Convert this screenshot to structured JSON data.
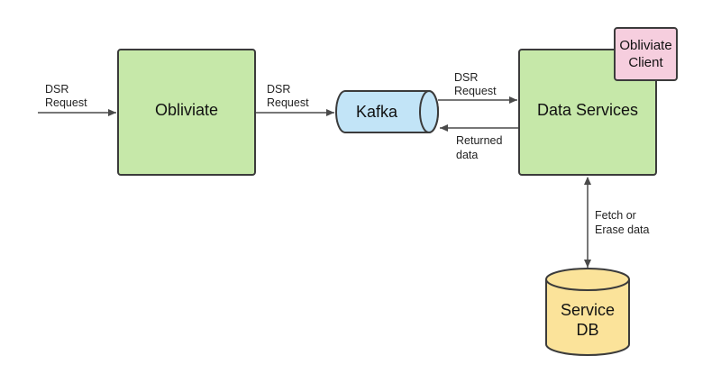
{
  "colors": {
    "box_fill": "#c6e8a9",
    "box_stroke": "#3b3b3b",
    "queue_fill": "#c2e4f7",
    "client_fill": "#f6cede",
    "db_fill": "#fbe39a",
    "arrow": "#4a4a4a"
  },
  "nodes": {
    "obliviate": {
      "label": "Obliviate"
    },
    "kafka": {
      "label": "Kafka"
    },
    "data_services": {
      "label": "Data Services"
    },
    "obliviate_client": {
      "line1": "Obliviate",
      "line2": "Client"
    },
    "service_db": {
      "line1": "Service",
      "line2": "DB"
    }
  },
  "edges": {
    "input_request": {
      "line1": "DSR",
      "line2": "Request"
    },
    "obliviate_to_kafka": {
      "line1": "DSR",
      "line2": "Request"
    },
    "kafka_to_services": {
      "line1": "DSR",
      "line2": "Request"
    },
    "services_to_kafka": {
      "line1": "Returned",
      "line2": "data"
    },
    "services_db": {
      "line1": "Fetch or",
      "line2": "Erase data"
    }
  }
}
